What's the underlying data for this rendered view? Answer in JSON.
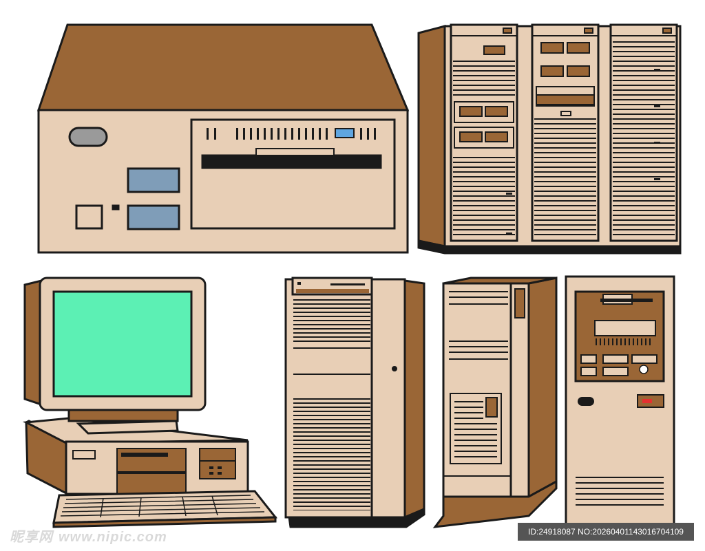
{
  "colors": {
    "cream": "#e8cfb6",
    "brown": "#9a6636",
    "outline": "#1a1a1a",
    "screen": "#5cf0b4",
    "label_blue": "#7f9db8",
    "led_red": "#e53030"
  },
  "watermark": {
    "site_cn": "昵享网",
    "site_url": "www.nipic.com",
    "id_text": "ID:24918087 NO:20260401143016704109"
  },
  "icons": [
    "desktop-computer-crt-monitor-icon",
    "server-rack-icon",
    "tower-pc-icon"
  ]
}
